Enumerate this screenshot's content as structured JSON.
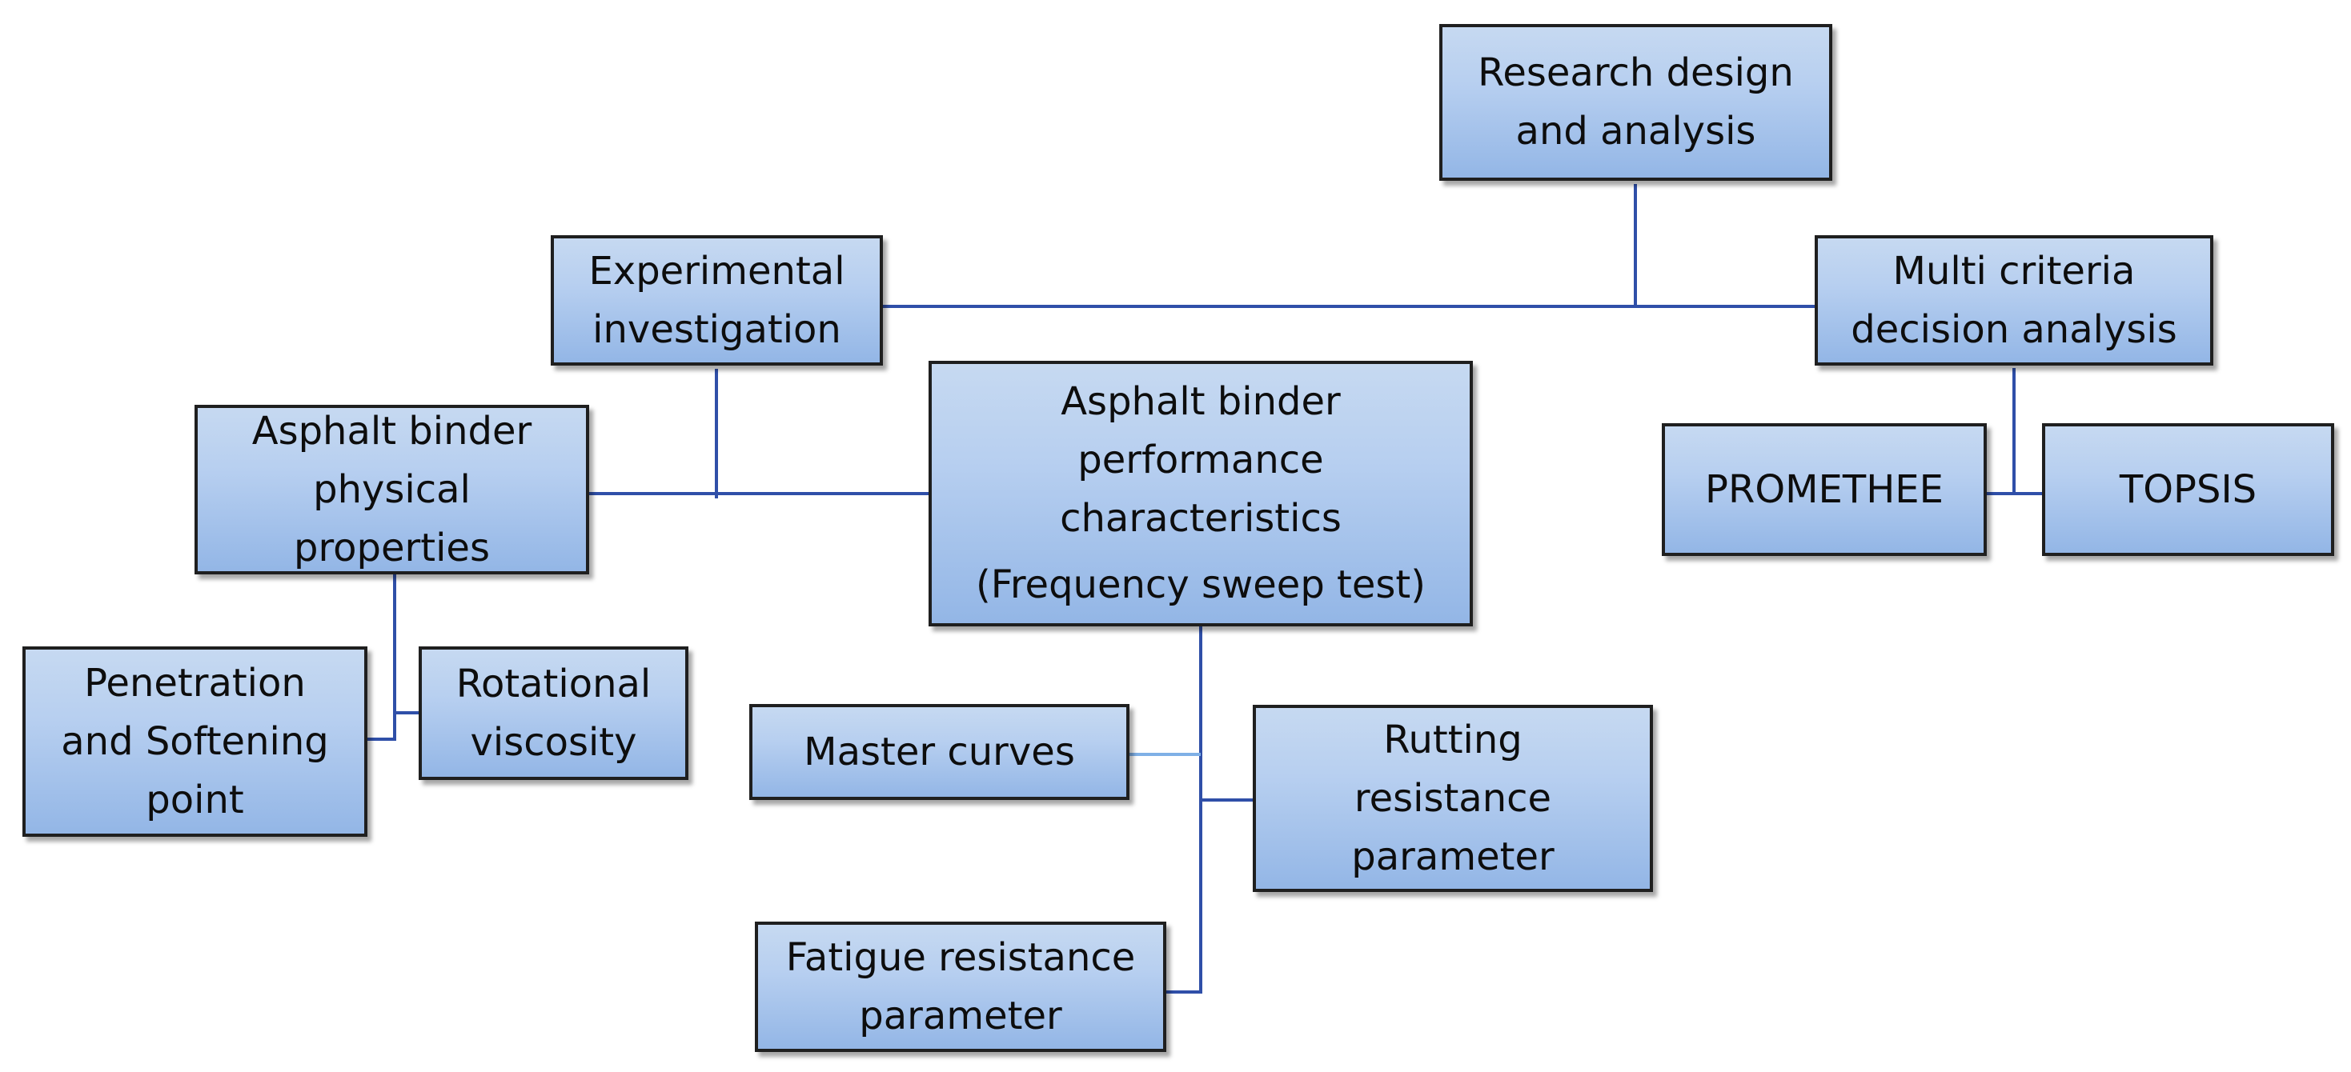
{
  "diagram": {
    "nodes": {
      "research": {
        "lines": [
          "Research design",
          "and analysis"
        ]
      },
      "experimental": {
        "lines": [
          "Experimental",
          "investigation"
        ]
      },
      "mcda": {
        "lines": [
          "Multi criteria",
          "decision analysis"
        ]
      },
      "physical": {
        "lines": [
          "Asphalt binder",
          "physical",
          "properties"
        ]
      },
      "performance": {
        "lines": [
          "Asphalt binder",
          "performance",
          "characteristics",
          "(Frequency sweep test)"
        ]
      },
      "promethee": {
        "lines": [
          "PROMETHEE"
        ]
      },
      "topsis": {
        "lines": [
          "TOPSIS"
        ]
      },
      "penetration": {
        "lines": [
          "Penetration",
          "and Softening",
          "point"
        ]
      },
      "viscosity": {
        "lines": [
          "Rotational",
          "viscosity"
        ]
      },
      "master": {
        "lines": [
          "Master curves"
        ]
      },
      "rutting": {
        "lines": [
          "Rutting",
          "resistance",
          "parameter"
        ]
      },
      "fatigue": {
        "lines": [
          "Fatigue resistance",
          "parameter"
        ]
      }
    },
    "colors": {
      "connector": "#2f4fa8",
      "connector_light": "#7fb0e6",
      "box_top": "#c6d9f1",
      "box_bottom": "#93b6e6",
      "border": "#1f1f1f"
    }
  }
}
